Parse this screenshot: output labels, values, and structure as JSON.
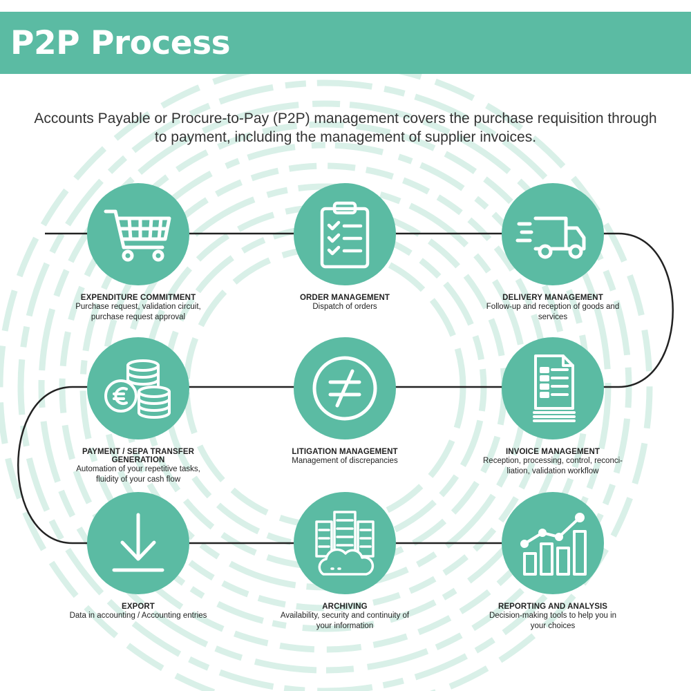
{
  "header": {
    "title": "P2P Process"
  },
  "intro": "Accounts Payable or Procure-to-Pay (P2P) management covers the purchase requisition through to payment, including the management of supplier invoices.",
  "colors": {
    "accent": "#5bbba3",
    "ring": "#d9f0e8",
    "connector": "#222222"
  },
  "steps": [
    {
      "title": "EXPENDITURE COMMITMENT",
      "desc": "Purchase request, validation circuit, purchase request approval",
      "icon": "shopping-cart-icon"
    },
    {
      "title": "ORDER MANAGEMENT",
      "desc": "Dispatch of orders",
      "icon": "clipboard-checklist-icon"
    },
    {
      "title": "DELIVERY MANAGEMENT",
      "desc": "Follow-up and reception of goods and services",
      "icon": "delivery-truck-icon"
    },
    {
      "title": "PAYMENT / SEPA TRANSFER GENERATION",
      "desc": "Automation of your repetitive tasks, fluidity of your cash flow",
      "icon": "euro-coins-icon"
    },
    {
      "title": "LITIGATION MANAGEMENT",
      "desc": "Management of discrepancies",
      "icon": "not-equal-icon"
    },
    {
      "title": "INVOICE MANAGEMENT",
      "desc": "Reception, processing, control, reconci-liation, validation workflow",
      "icon": "invoice-document-icon"
    },
    {
      "title": "EXPORT",
      "desc": "Data in accounting / Accounting entries",
      "icon": "download-arrow-icon"
    },
    {
      "title": "ARCHIVING",
      "desc": "Availability, security and continuity of your information",
      "icon": "server-cloud-icon"
    },
    {
      "title": "REPORTING AND ANALYSIS",
      "desc": "Decision-making tools to help you in your choices",
      "icon": "growth-chart-icon"
    }
  ]
}
